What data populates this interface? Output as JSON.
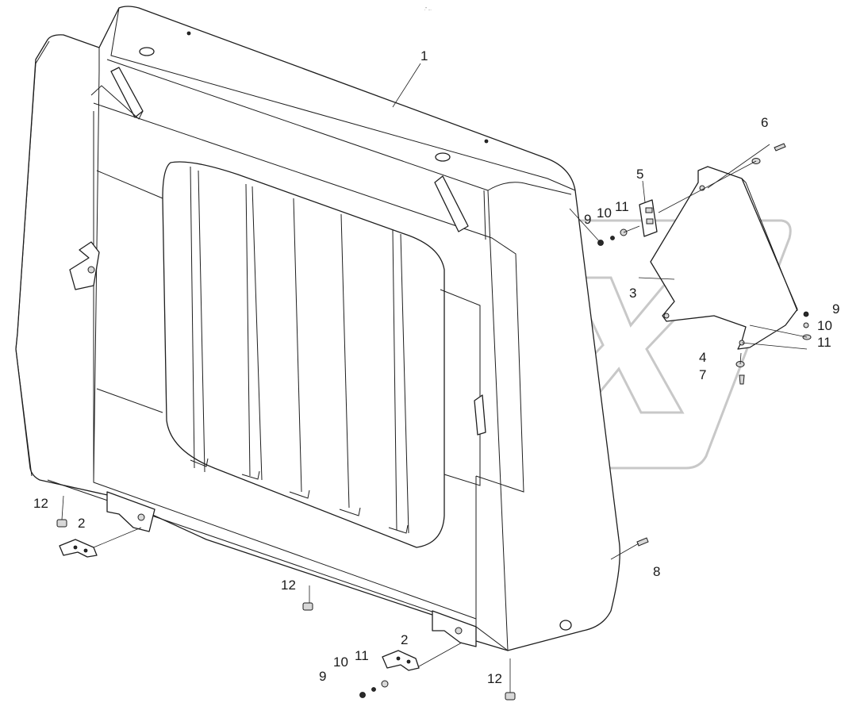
{
  "diagram": {
    "watermark": "OPEX",
    "top_mark": ".\" ...",
    "callouts": [
      {
        "id": "c1",
        "text": "1"
      },
      {
        "id": "c2a",
        "text": "2"
      },
      {
        "id": "c2b",
        "text": "2"
      },
      {
        "id": "c3",
        "text": "3"
      },
      {
        "id": "c4",
        "text": "4"
      },
      {
        "id": "c5",
        "text": "5"
      },
      {
        "id": "c6",
        "text": "6"
      },
      {
        "id": "c7",
        "text": "7"
      },
      {
        "id": "c8",
        "text": "8"
      },
      {
        "id": "c9a",
        "text": "9"
      },
      {
        "id": "c9b",
        "text": "9"
      },
      {
        "id": "c9c",
        "text": "9"
      },
      {
        "id": "c10a",
        "text": "10"
      },
      {
        "id": "c10b",
        "text": "10"
      },
      {
        "id": "c10c",
        "text": "10"
      },
      {
        "id": "c11a",
        "text": "11"
      },
      {
        "id": "c11b",
        "text": "11"
      },
      {
        "id": "c11c",
        "text": "11"
      },
      {
        "id": "c12a",
        "text": "12"
      },
      {
        "id": "c12b",
        "text": "12"
      },
      {
        "id": "c12c",
        "text": "12"
      }
    ]
  }
}
